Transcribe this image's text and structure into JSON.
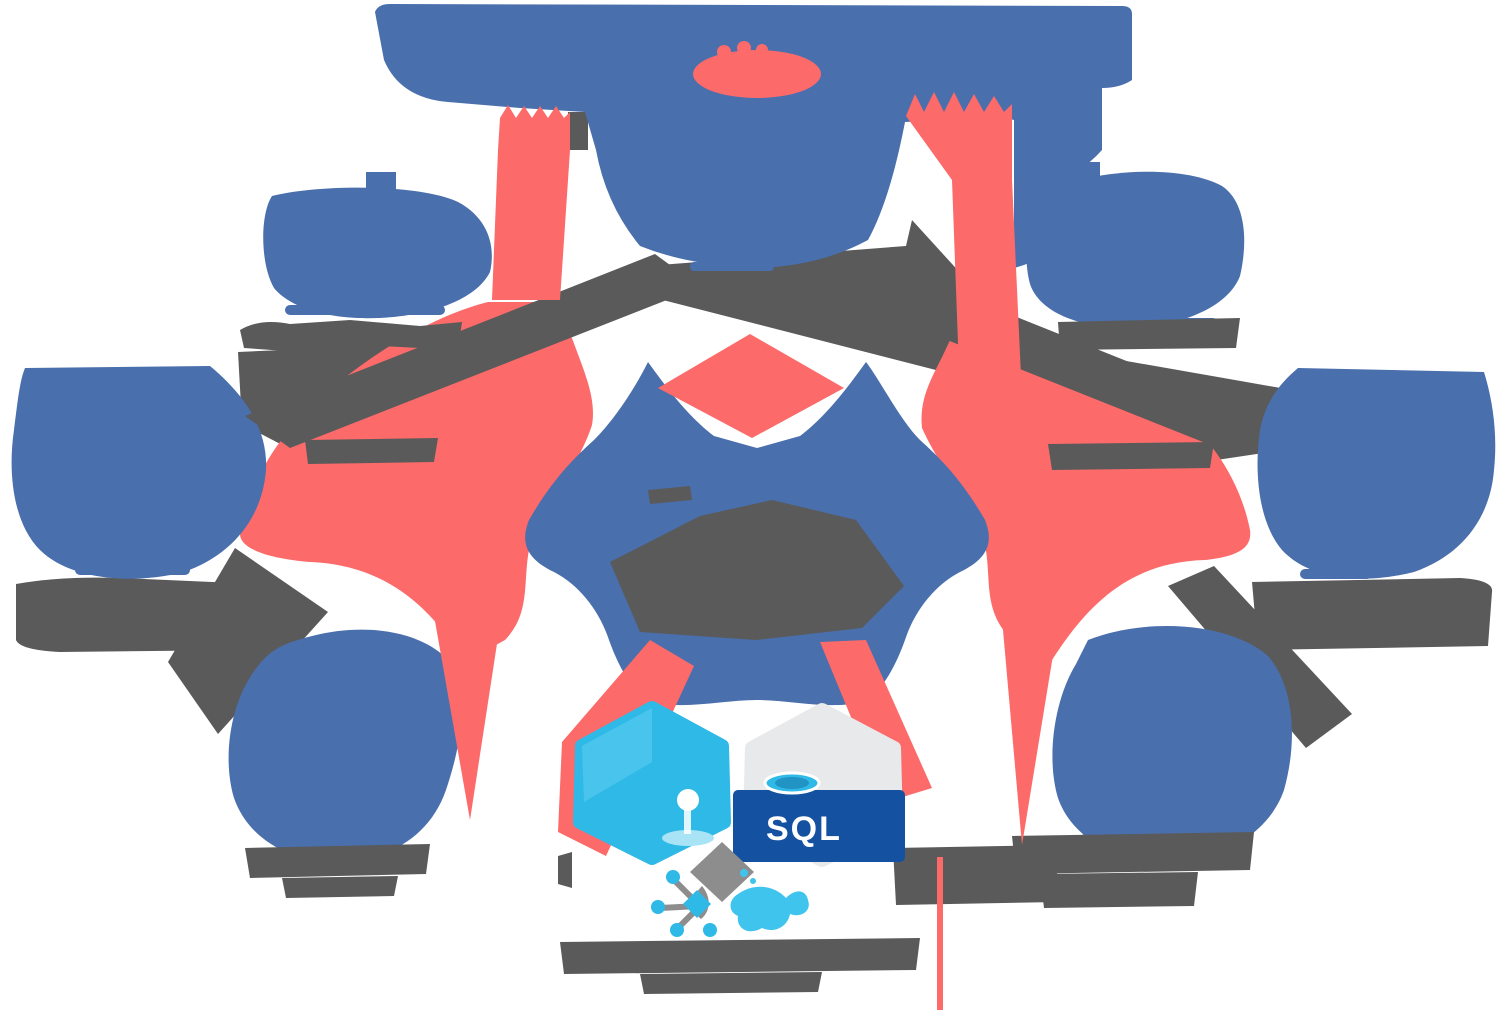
{
  "labels": {
    "sql": "SQL"
  },
  "colors": {
    "blue": "#4a6fad",
    "red": "#fc6a6a",
    "gray": "#5a5a5a",
    "midGray": "#8d8d8d",
    "cyan": "#2fb9e7",
    "cyanLight": "#5fd0f2",
    "cyanPale": "#a8e3f6",
    "cyanSplash": "#3fc4ee",
    "teal": "#2293c5",
    "navy": "#1451a0",
    "hexGray": "#e8e9eb",
    "white": "#ffffff"
  },
  "icons": {
    "center": "connector-hub-star",
    "ring": "blue-service-blobs",
    "arrows": "red-cycle-arrows",
    "bottom": [
      "hexagon-location-pin",
      "sql-database-hexagon",
      "network-graph-nodes",
      "data-splash"
    ]
  }
}
